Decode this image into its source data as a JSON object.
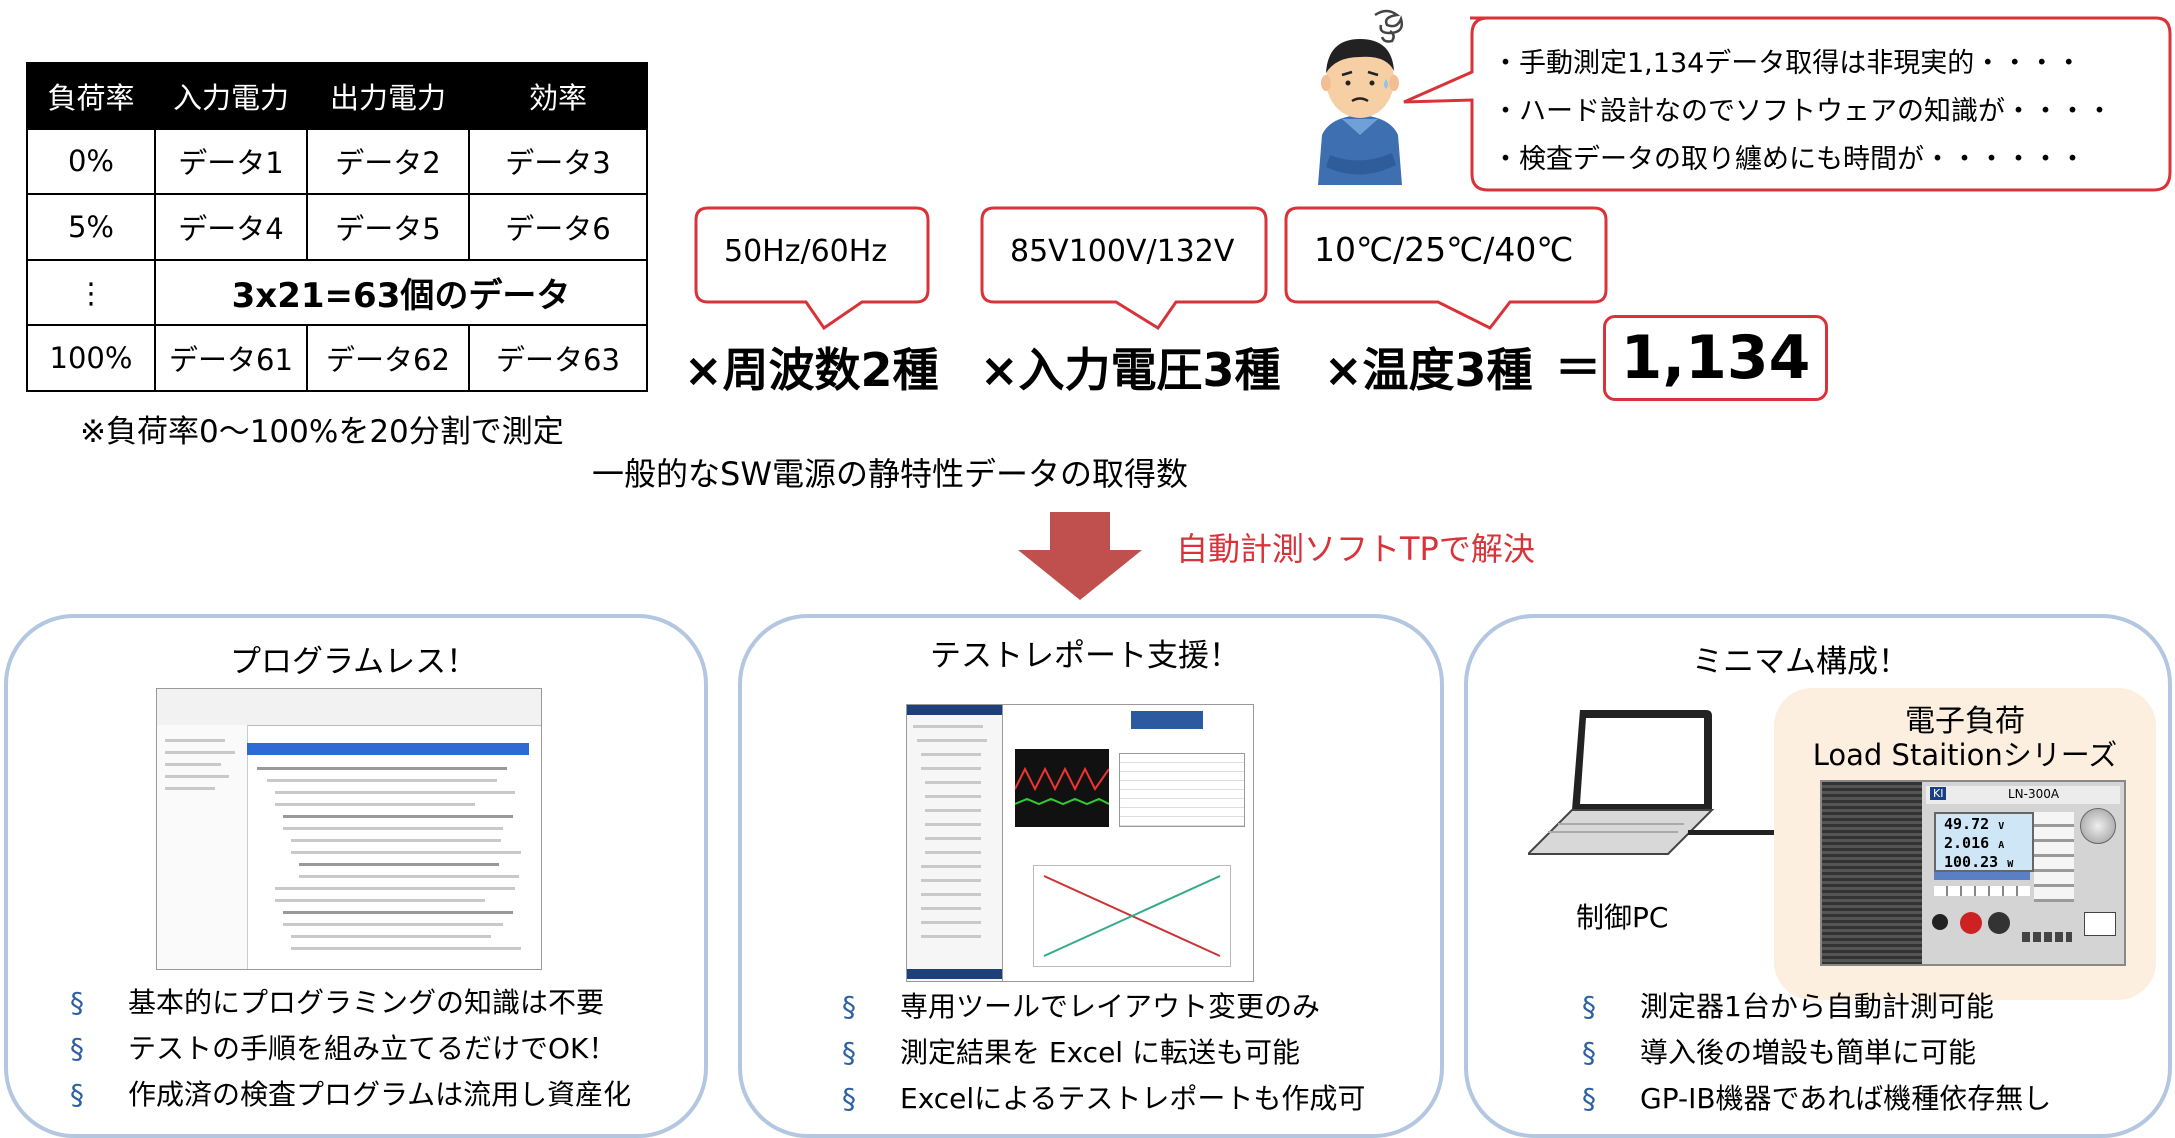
{
  "table": {
    "headers": [
      "負荷率",
      "入力電力",
      "出力電力",
      "効率"
    ],
    "rows": [
      [
        "0%",
        "データ1",
        "データ2",
        "データ3"
      ],
      [
        "5%",
        "データ4",
        "データ5",
        "データ6"
      ],
      [
        "⋮",
        "3x21=63個のデータ"
      ],
      [
        "100%",
        "データ61",
        "データ62",
        "データ63"
      ]
    ]
  },
  "table_note": "※負荷率0～100%を20分割で測定",
  "caption": "一般的なSW電源の静特性データの取得数",
  "speech_bubble": {
    "lines": [
      "・手動測定1,134データ取得は非現実的・・・・",
      "・ハード設計なのでソフトウェアの知識が・・・・",
      "・検査データの取り纏めにも時間が・・・・・・"
    ]
  },
  "conditions": [
    {
      "callout": "50Hz/60Hz",
      "factor": "×周波数2種"
    },
    {
      "callout": "85V100V/132V",
      "factor": "×入力電圧3種"
    },
    {
      "callout": "10℃/25℃/40℃",
      "factor": "×温度3種"
    }
  ],
  "equals": "＝",
  "total": "1,134",
  "solution": "自動計測ソフトTPで解決",
  "panels": [
    {
      "title": "プログラムレス！",
      "bullets": [
        "基本的にプログラミングの知識は不要",
        "テストの手順を組み立てるだけでOK！",
        "作成済の検査プログラムは流用し資産化"
      ]
    },
    {
      "title": "テストレポート支援！",
      "bullets": [
        "専用ツールでレイアウト変更のみ",
        "測定結果を Excel に転送も可能",
        "Excelによるテストレポートも作成可"
      ]
    },
    {
      "title": "ミニマム構成！",
      "bullets": [
        "測定器1台から自動計測可能",
        "導入後の増設も簡単に可能",
        "GP-IB機器であれば機種依存無し"
      ]
    }
  ],
  "bullet_mark": "§",
  "setup": {
    "pc_label": "制御PC",
    "load_label": "電子負荷",
    "load_series": "Load Staitionシリーズ",
    "device": {
      "model": "LN-300A",
      "readings": [
        "49.72",
        "2.016",
        "100.23"
      ],
      "units": [
        "V",
        "A",
        "W"
      ]
    }
  },
  "colors": {
    "accent_red": "#d9333a",
    "panel_border": "#b4c7e0",
    "bullet_blue": "#2e5fa3",
    "arrow_red": "#c0504d"
  }
}
